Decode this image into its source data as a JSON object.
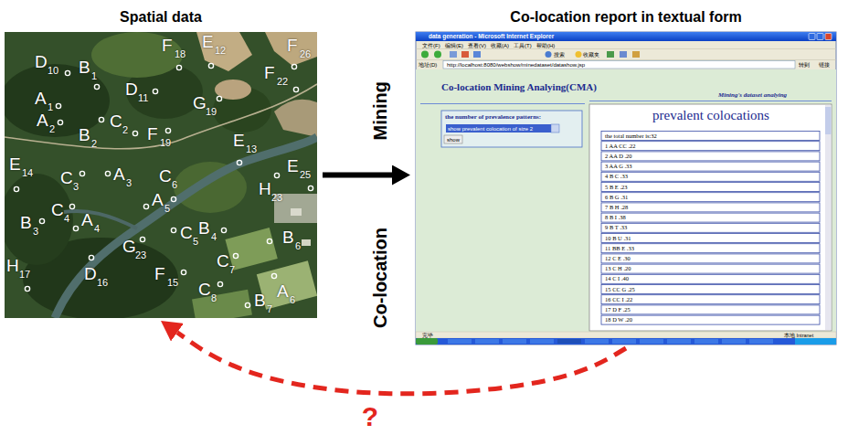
{
  "diagram": {
    "nodes": [
      {
        "text": [
          "Spatial data"
        ]
      },
      {
        "text": [
          "Co-location report in textual form"
        ]
      }
    ],
    "edges": [
      {
        "from": 0,
        "to": 1,
        "arrow": "to",
        "label": "Co-location Mining"
      },
      {
        "from": 1,
        "to": 0,
        "arrow": "to",
        "label": "?"
      }
    ],
    "labels": [
      "D",
      "10",
      "B",
      "1",
      "F",
      "18",
      "E",
      "12",
      "F",
      "26",
      "A",
      "1",
      "D",
      "11",
      "F",
      "22",
      "G",
      "19",
      "A",
      "2",
      "B",
      "2",
      "C",
      "2",
      "F",
      "19",
      "E",
      "13",
      "E",
      "14",
      "C",
      "3",
      "A",
      "3",
      "C",
      "6",
      "H",
      "23",
      "E",
      "25",
      "B",
      "3",
      "C",
      "4",
      "A",
      "4",
      "A",
      "5",
      "C",
      "5",
      "B",
      "4",
      "B",
      "6",
      "G",
      "23",
      "H",
      "17",
      "D",
      "16",
      "F",
      "15",
      "C",
      "7",
      "A",
      "6",
      "C",
      "8",
      "B",
      "7",
      "data generation - Microsoft Internet Explorer",
      "文件(F)",
      "编辑(E)",
      "查看(V)",
      "收藏(A)",
      "工具(T)",
      "帮助(H)",
      "搜索",
      "收藏夹",
      "地址(D)",
      "http://localhost:8080/webshow/minedataset/datashow.jsp",
      "转到",
      "链接",
      "Co-location Mining Analying(CMA)",
      "Mining's dataset analying",
      "the number of prevalence patterns:",
      "show prevalent colocation of size 2",
      "show",
      "prevalent colocations",
      "the total number is:32",
      "1 AA CC .22",
      "2 AA D .20",
      "3 AA G .33",
      "4 B C .33",
      "5 B E .23",
      "6 B G .31",
      "7 B H .28",
      "8 B I .38",
      "9 B T .33",
      "10 B U .31",
      "11 BB E .33",
      "12 C E .30",
      "13 C H .20",
      "14 C I .40",
      "15 CC G .25",
      "16 CC I .22",
      "17 D F .25",
      "18 D W .20",
      "完毕",
      "本地 Intranet"
    ]
  }
}
